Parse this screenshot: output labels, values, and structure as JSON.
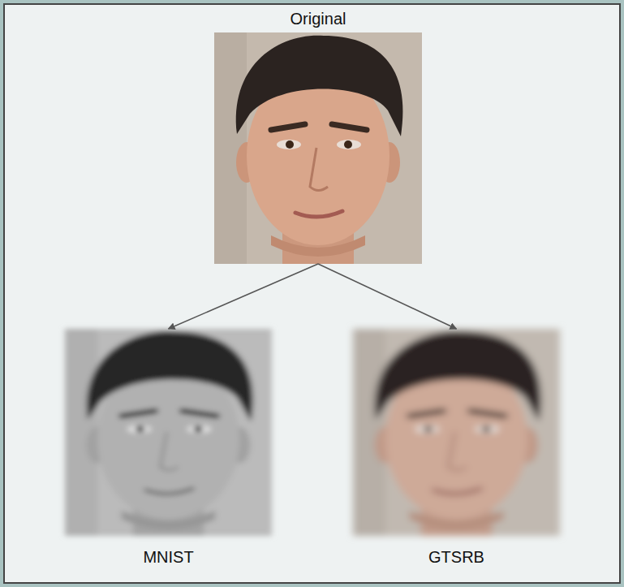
{
  "diagram": {
    "nodes": [
      {
        "text": [
          "Original"
        ]
      },
      {
        "text": [
          "MNIST"
        ]
      },
      {
        "text": [
          "GTSRB"
        ]
      }
    ],
    "edges": [
      {
        "from": 0,
        "to": 1,
        "arrow": "to"
      },
      {
        "from": 0,
        "to": 2,
        "arrow": "to"
      }
    ]
  }
}
